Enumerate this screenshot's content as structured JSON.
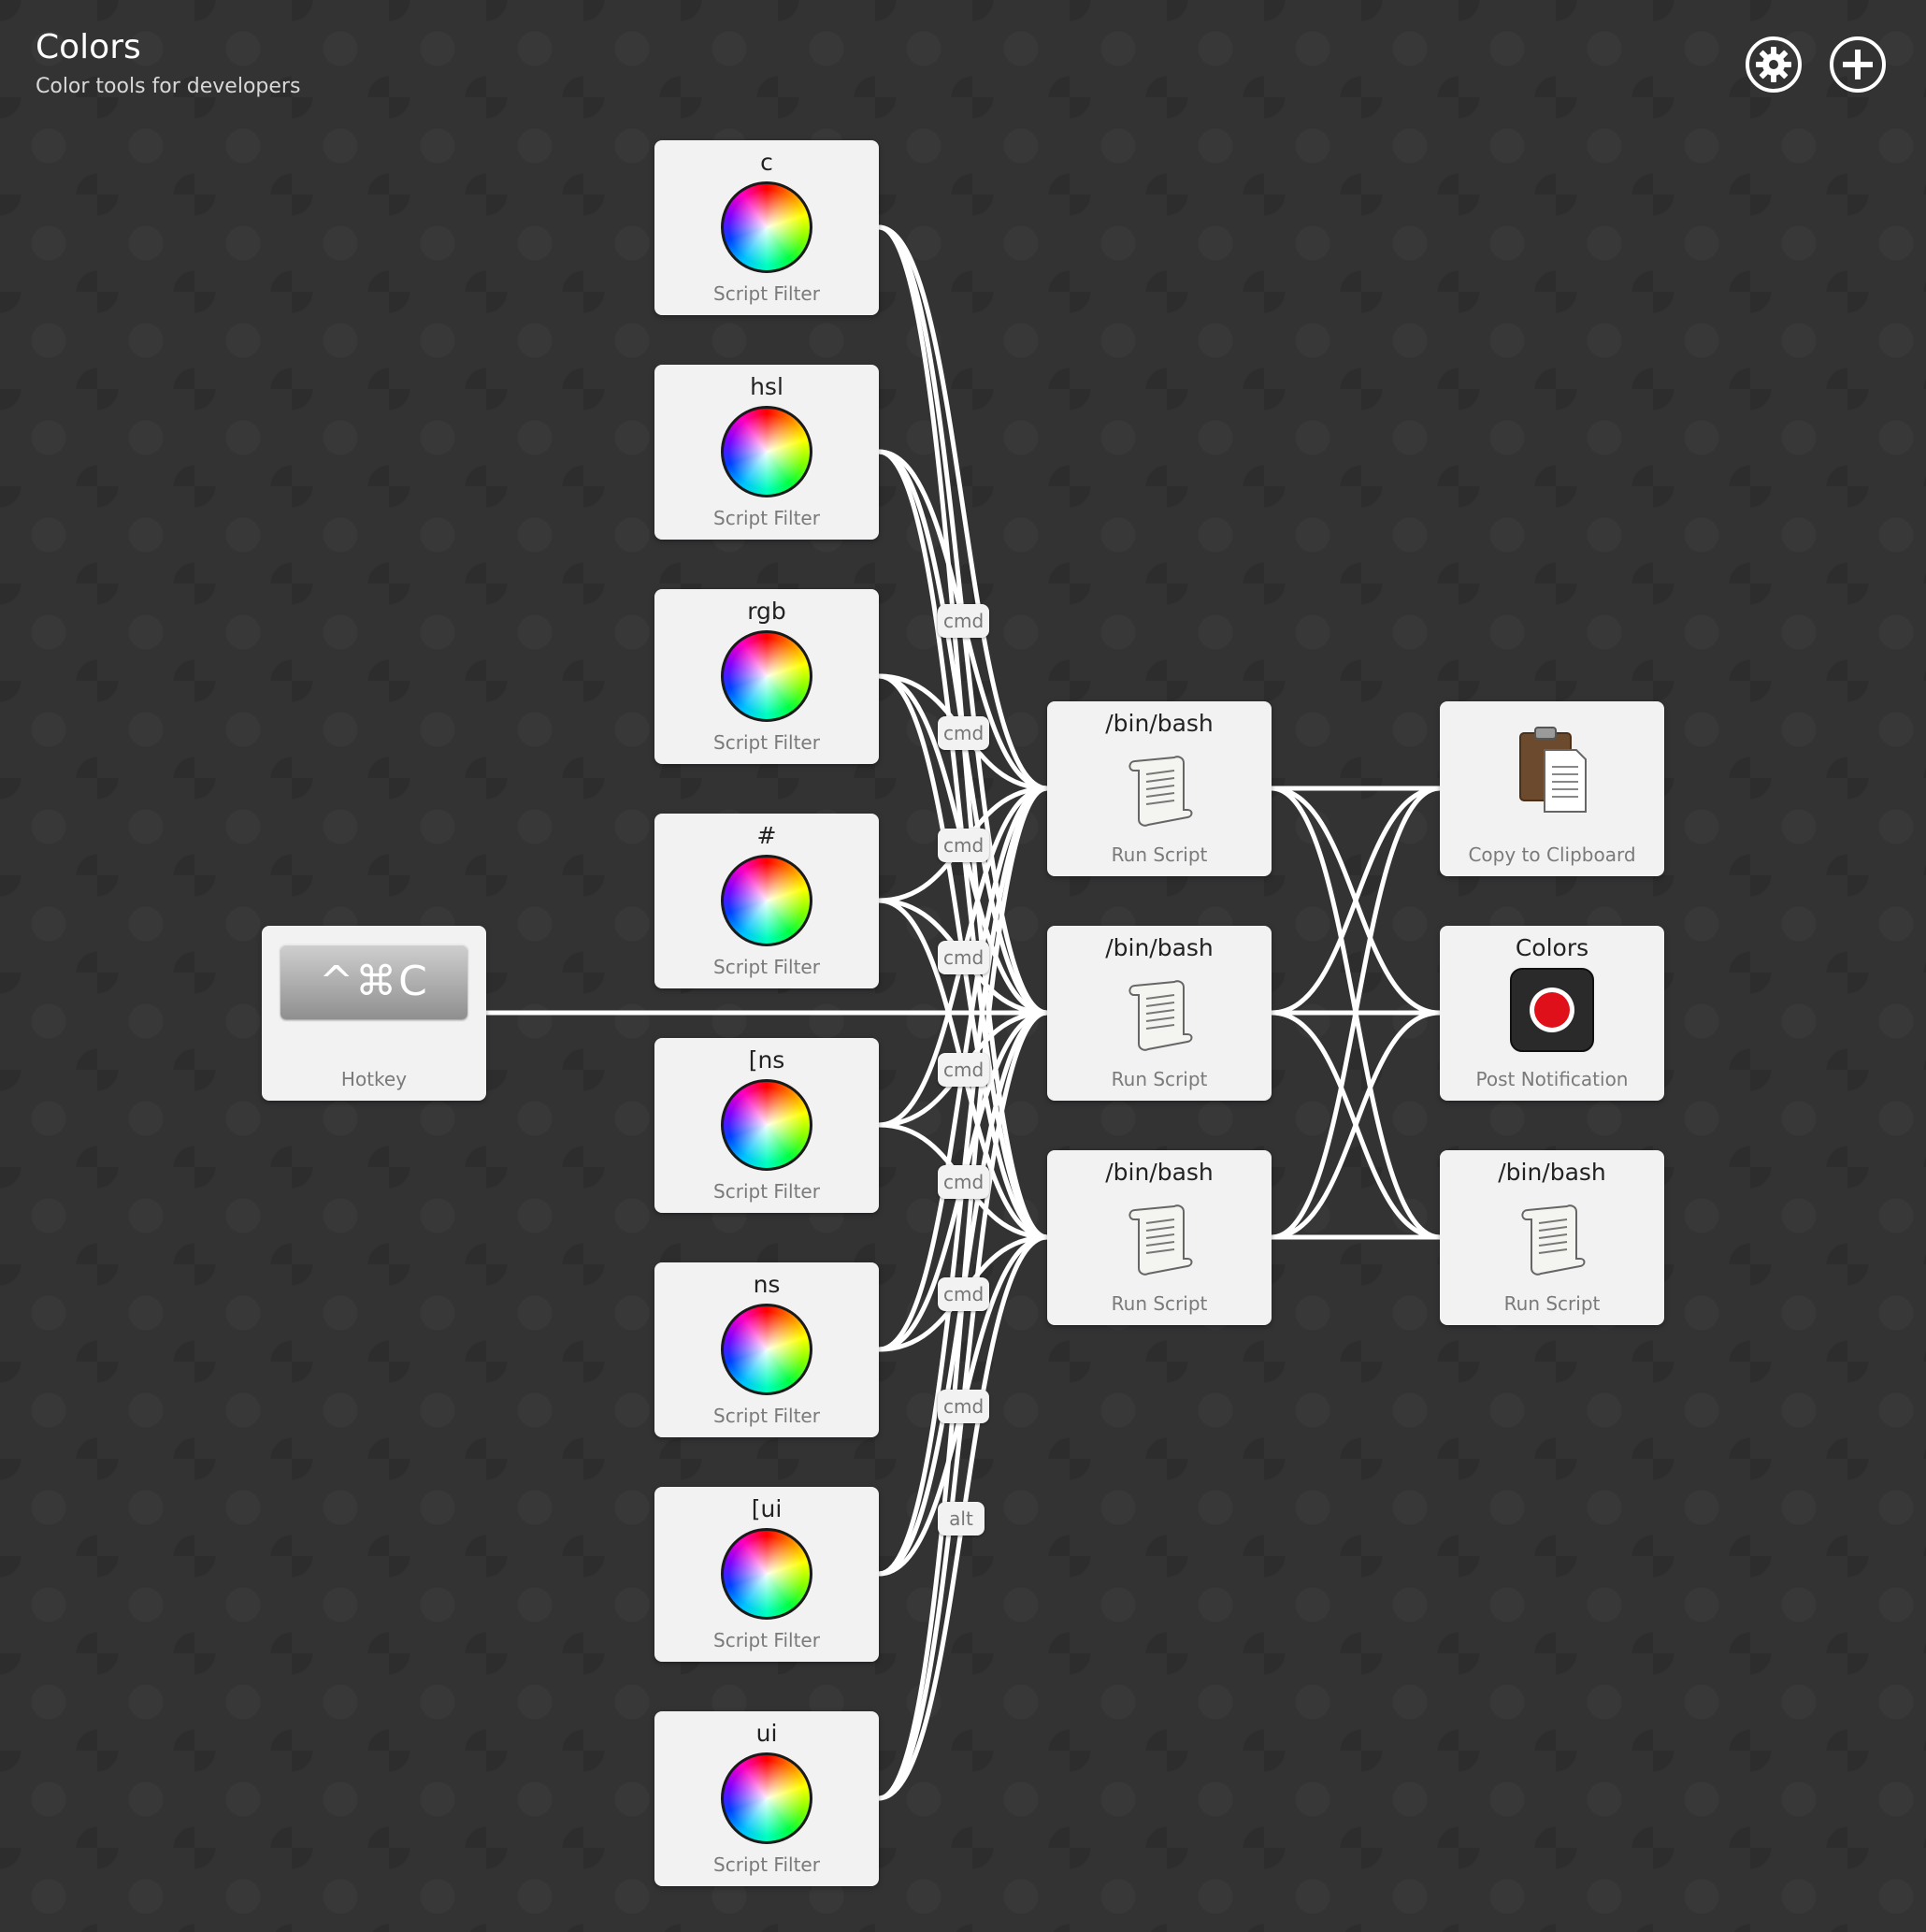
{
  "workflow": {
    "title": "Colors",
    "subtitle": "Color tools for developers"
  },
  "toolbar": {
    "settings_icon": "gear-icon",
    "add_icon": "plus-circle-icon"
  },
  "colors": {
    "background": "#333334",
    "node": "#f2f2f2",
    "connection": "#ffffff",
    "notification_red": "#e0101a"
  },
  "hotkey": {
    "key_label": "^⌘C",
    "type_label": "Hotkey"
  },
  "script_filters": [
    {
      "keyword": "c",
      "type_label": "Script Filter",
      "icon": "color-wheel-icon"
    },
    {
      "keyword": "hsl",
      "type_label": "Script Filter",
      "icon": "color-wheel-icon"
    },
    {
      "keyword": "rgb",
      "type_label": "Script Filter",
      "icon": "color-wheel-icon"
    },
    {
      "keyword": "#",
      "type_label": "Script Filter",
      "icon": "color-wheel-icon"
    },
    {
      "keyword": "[ns",
      "type_label": "Script Filter",
      "icon": "color-wheel-icon"
    },
    {
      "keyword": "ns",
      "type_label": "Script Filter",
      "icon": "color-wheel-icon"
    },
    {
      "keyword": "[ui",
      "type_label": "Script Filter",
      "icon": "color-wheel-icon"
    },
    {
      "keyword": "ui",
      "type_label": "Script Filter",
      "icon": "color-wheel-icon"
    }
  ],
  "run_scripts": [
    {
      "title": "/bin/bash",
      "type_label": "Run Script",
      "icon": "script-scroll-icon"
    },
    {
      "title": "/bin/bash",
      "type_label": "Run Script",
      "icon": "script-scroll-icon"
    },
    {
      "title": "/bin/bash",
      "type_label": "Run Script",
      "icon": "script-scroll-icon"
    }
  ],
  "outputs": [
    {
      "title": "",
      "type_label": "Copy to Clipboard",
      "icon": "clipboard-icon"
    },
    {
      "title": "Colors",
      "type_label": "Post Notification",
      "icon": "record-icon"
    },
    {
      "title": "/bin/bash",
      "type_label": "Run Script",
      "icon": "script-scroll-icon"
    }
  ],
  "modifier_labels": [
    "cmd",
    "cmd",
    "cmd",
    "cmd",
    "cmd",
    "cmd",
    "cmd",
    "cmd",
    "alt"
  ]
}
